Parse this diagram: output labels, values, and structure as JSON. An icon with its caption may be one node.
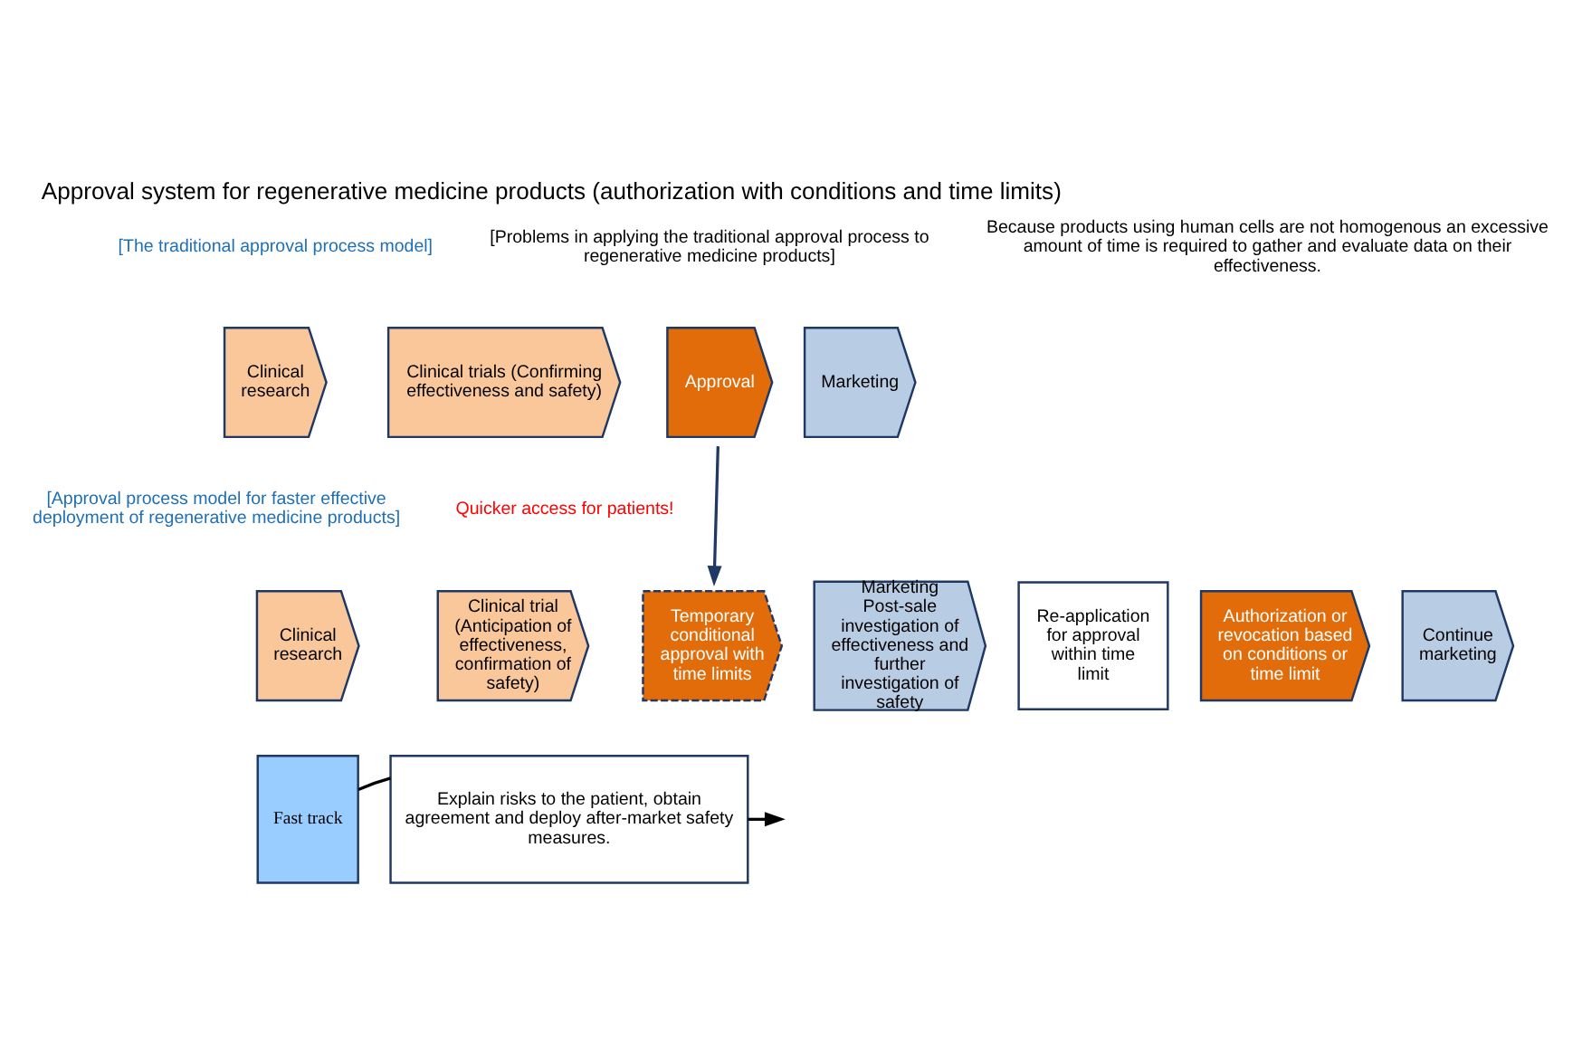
{
  "diagram": {
    "title": "Approval system for regenerative medicine products (authorization with conditions and time limits)",
    "nodes": [
      {
        "text": [
          "Clinical research"
        ]
      },
      {
        "text": [
          "Clinical trials (Confirming effectiveness and safety)"
        ]
      },
      {
        "text": [
          "Approval"
        ]
      },
      {
        "text": [
          "Marketing"
        ]
      },
      {
        "text": [
          "Clinical research"
        ]
      },
      {
        "text": [
          "Clinical trial (Anticipation of effectiveness, confirmation of safety)"
        ]
      },
      {
        "text": [
          "Temporary conditional approval with time limits"
        ]
      },
      {
        "text": [
          "Marketing",
          "Post-sale investigation of effectiveness and further investigation of safety"
        ]
      },
      {
        "text": [
          "Re-application for approval within time limit"
        ]
      },
      {
        "text": [
          "Authorization or revocation based on conditions or time limit"
        ]
      },
      {
        "text": [
          "Continue marketing"
        ]
      },
      {
        "text": [
          "Fast track"
        ]
      },
      {
        "text": [
          "Explain risks to the patient, obtain agreement and deploy after-market safety measures."
        ]
      }
    ],
    "edges": [
      {
        "from": 2,
        "to": 6,
        "arrow": "to",
        "color": "#1f3864"
      },
      {
        "from": 11,
        "to": 12,
        "arrow": "none"
      },
      {
        "from": 12,
        "to": null,
        "arrow": "to"
      }
    ],
    "labels": [
      "[Problems in applying the traditional approval process to regenerative medicine products]",
      "Because products using human cells are not homogenous an excessive amount of time is required to gather and evaluate data on their effectiveness.",
      "[The traditional approval process model]",
      "[Approval process model for faster effective deployment of regenerative medicine products]",
      "Quicker access for patients!"
    ]
  }
}
